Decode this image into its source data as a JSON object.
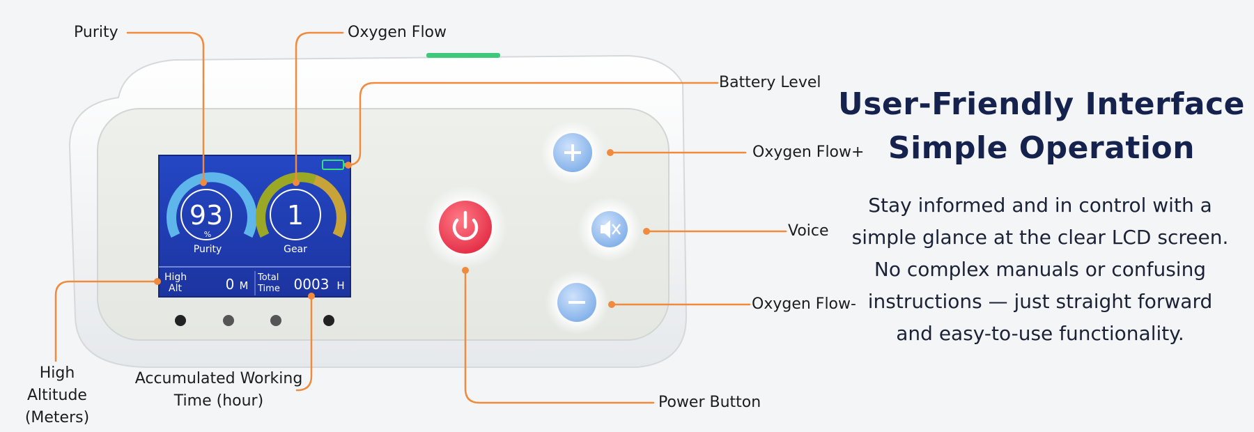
{
  "headline": {
    "line1": "User-Friendly Interface",
    "line2": "Simple Operation"
  },
  "description": {
    "lines": [
      "Stay informed and in control with a",
      "simple glance at the clear LCD screen.",
      "No complex manuals or confusing",
      "instructions — just straight forward",
      "and easy-to-use functionality."
    ]
  },
  "callouts": {
    "purity": "Purity",
    "oxygen_flow": "Oxygen Flow",
    "battery_level": "Battery Level",
    "oxygen_flow_plus": "Oxygen Flow+",
    "voice": "Voice",
    "oxygen_flow_minus": "Oxygen Flow-",
    "power_button": "Power Button",
    "high_altitude": [
      "High",
      "Altitude",
      "(Meters)"
    ],
    "working_time": [
      "Accumulated Working",
      "Time (hour)"
    ]
  },
  "lcd": {
    "purity_value": "93",
    "purity_unit": "%",
    "purity_label": "Purity",
    "gear_value": "1",
    "gear_label": "Gear",
    "alt_label": [
      "High",
      "Alt"
    ],
    "alt_value": "0",
    "alt_unit": "M",
    "time_label": [
      "Total",
      "Time"
    ],
    "time_value": "0003",
    "time_unit": "H"
  },
  "colors": {
    "leader": "#f08a3c",
    "headline": "#15224e",
    "lcd_bg": "#1f3fb8",
    "power": "#f0435a",
    "button_blue": "#8fb8ef"
  },
  "icons": {
    "plus": "plus-icon",
    "voice": "speaker-mute-icon",
    "minus": "minus-icon",
    "power": "power-icon",
    "battery": "battery-icon"
  }
}
